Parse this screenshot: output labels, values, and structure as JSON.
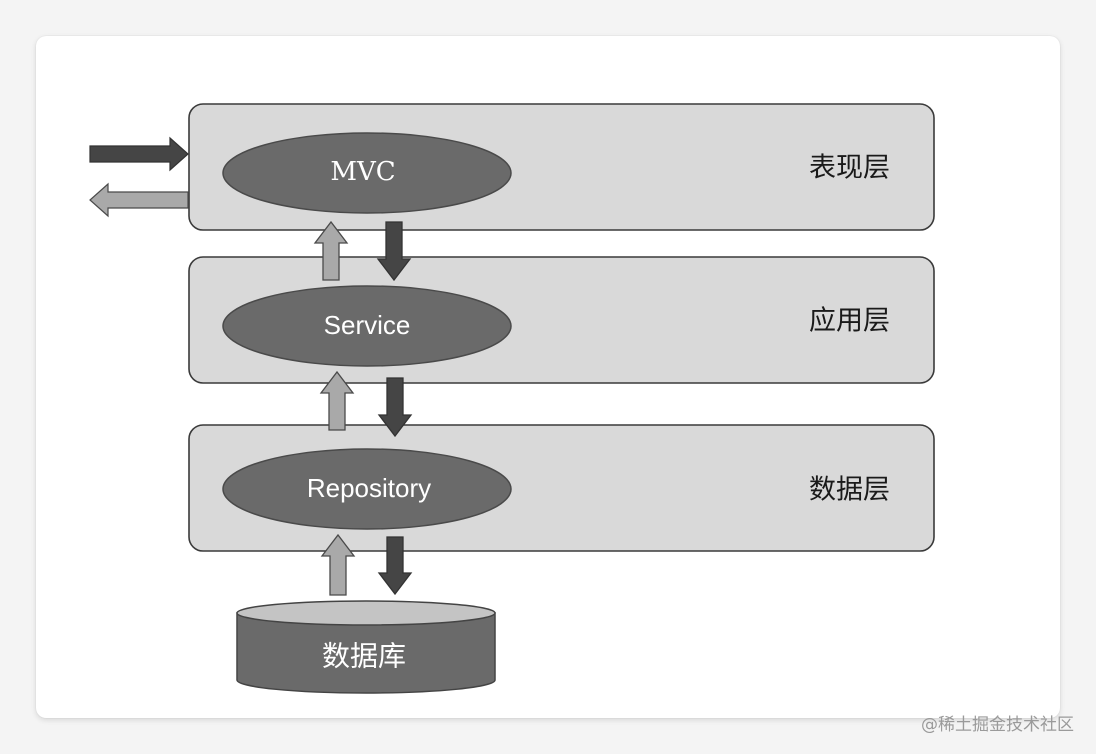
{
  "layers": [
    {
      "label": "表现层",
      "node": "MVC"
    },
    {
      "label": "应用层",
      "node": "Service"
    },
    {
      "label": "数据层",
      "node": "Repository"
    }
  ],
  "database": {
    "label": "数据库"
  },
  "watermark": "@稀土掘金技术社区",
  "colors": {
    "layer_fill": "#d9d9d9",
    "node_fill": "#6a6a6a",
    "arrow_up": "#a9a9a9",
    "arrow_down": "#454545"
  }
}
